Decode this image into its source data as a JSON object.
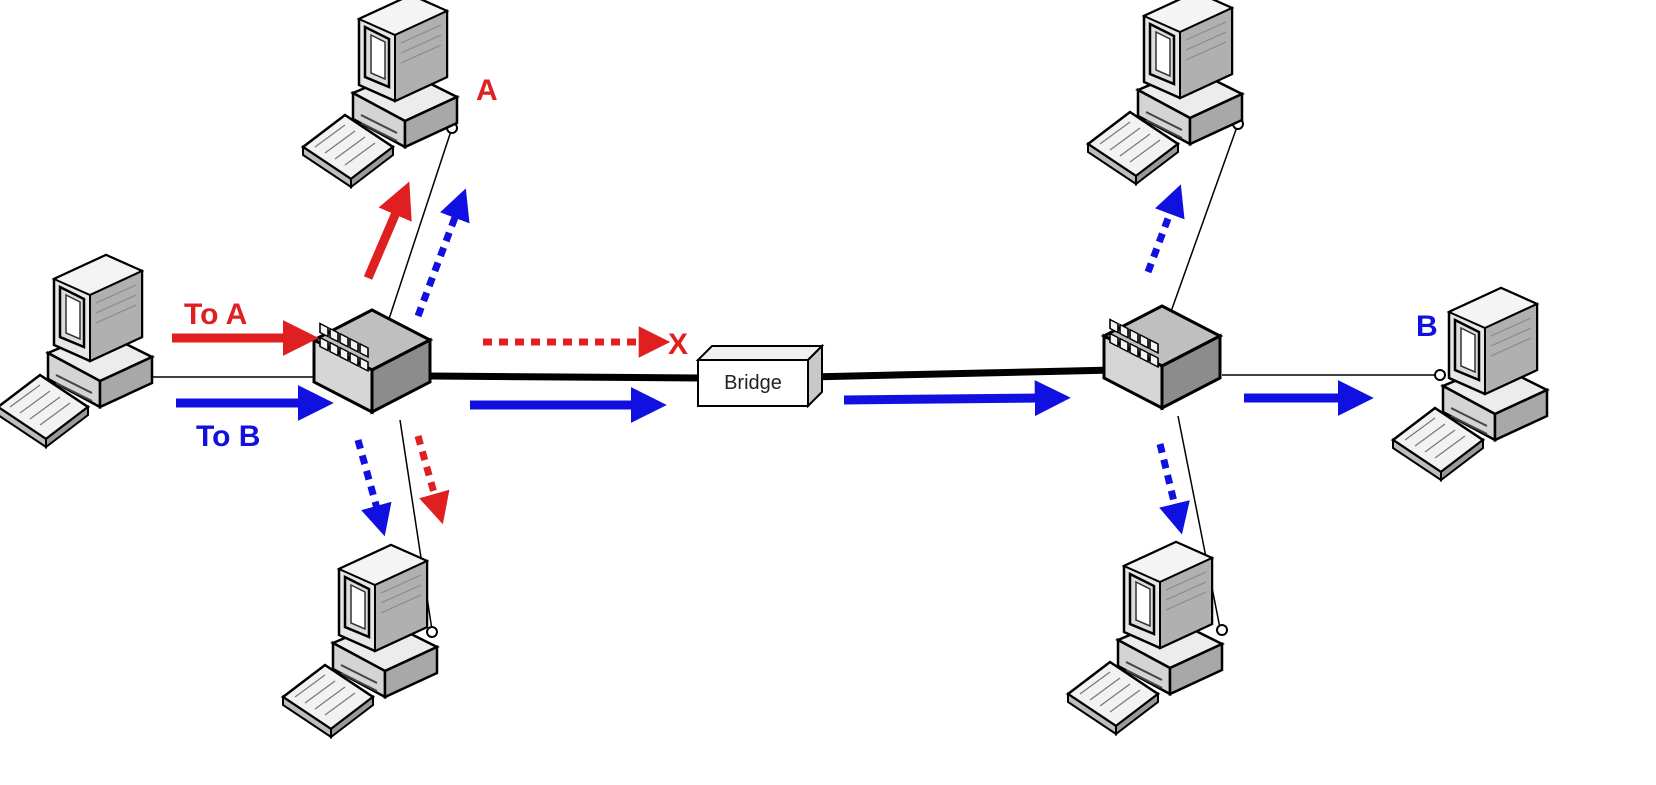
{
  "labels": {
    "to_a": "To A",
    "to_b": "To B",
    "node_a": "A",
    "node_b": "B",
    "blocked": "X",
    "bridge": "Bridge"
  },
  "colors": {
    "red": "#e02020",
    "blue": "#1010e0",
    "cable": "#000000"
  },
  "icons": {
    "computer": "computer-icon",
    "switch": "switch-icon",
    "bridge": "bridge-box"
  }
}
